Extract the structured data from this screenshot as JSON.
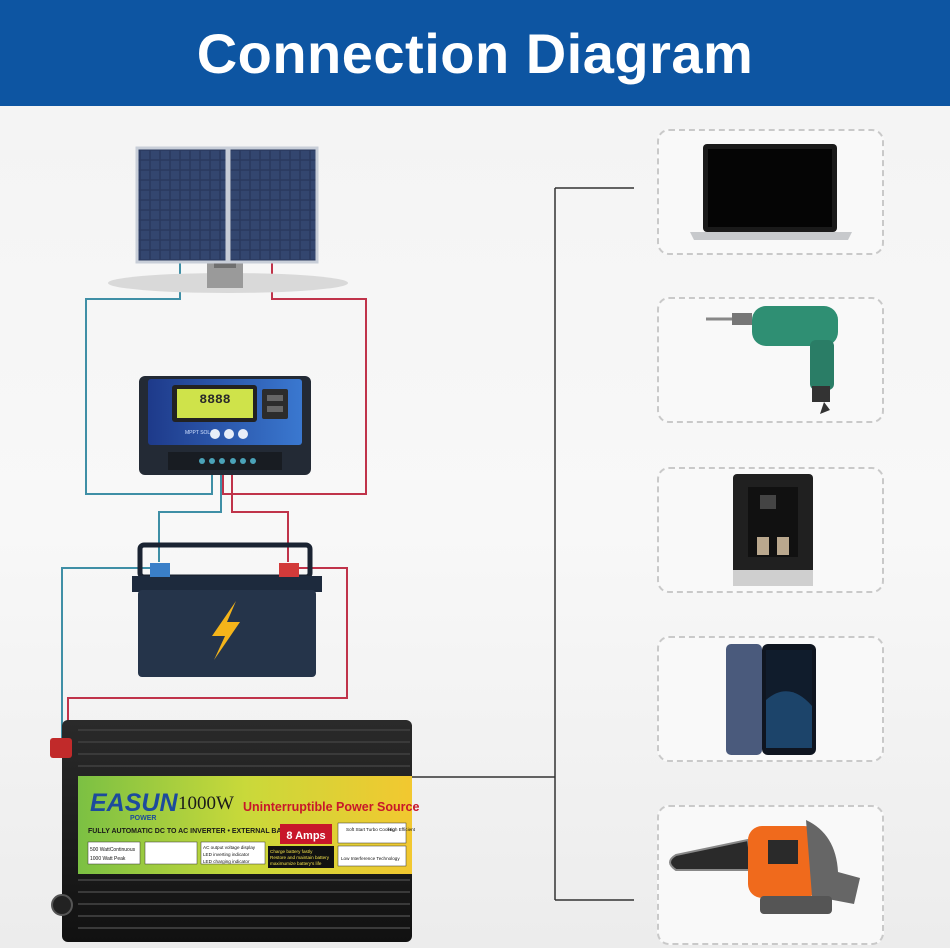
{
  "header": {
    "title": "Connection Diagram"
  },
  "controller": {
    "label": "MPPT SOLAR",
    "display": "8888"
  },
  "inverter": {
    "brand": "EASUN",
    "brand_sub": "POWER",
    "wattage": "1000W",
    "ups_title": "Uninterruptible Power Source",
    "subtitle": "FULLY AUTOMATIC DC TO AC INVERTER • EXTERNAL BATTERY",
    "amps": "8 Amps",
    "rating_continuous": "500 WattContinuous",
    "rating_peak": "1000 Watt Peak",
    "features": [
      "AC output voltage display",
      "LED inverting indicator",
      "LED charging indicator"
    ],
    "charge_note": [
      "Charge battery fastly",
      "Restore and maintain battery",
      "maximumize battery's life"
    ],
    "soft_start": "Soft Start",
    "turbo_cooling": "Turbo Cooling",
    "high_efficient": "High Efficient",
    "low_interference": "Low Interference Technology"
  },
  "colors": {
    "header_bg": "#0d55a2",
    "wire_positive": "#c0334a",
    "wire_negative": "#3f8fa6",
    "wire_ac": "#333333"
  },
  "devices": [
    {
      "name": "laptop",
      "icon": "laptop-icon"
    },
    {
      "name": "drill",
      "icon": "drill-icon"
    },
    {
      "name": "coffee-machine",
      "icon": "coffee-machine-icon"
    },
    {
      "name": "smartphone",
      "icon": "smartphone-icon"
    },
    {
      "name": "chainsaw",
      "icon": "chainsaw-icon"
    }
  ]
}
